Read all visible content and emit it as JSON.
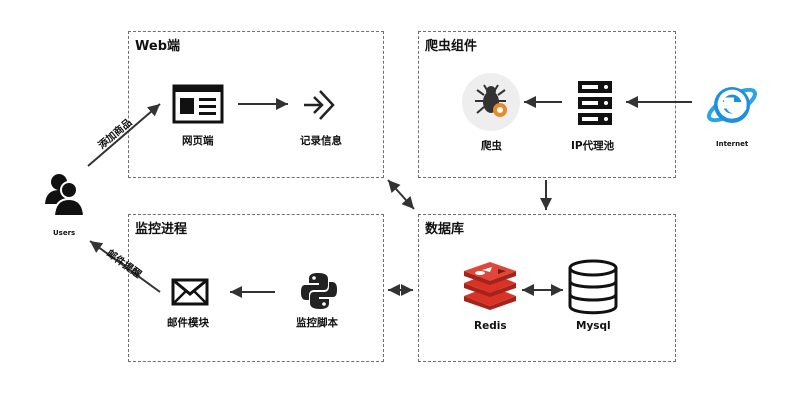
{
  "groups": {
    "web": "Web端",
    "crawler": "爬虫组件",
    "monitor": "监控进程",
    "database": "数据库"
  },
  "nodes": {
    "webpage": "网页端",
    "record": "记录信息",
    "spider": "爬虫",
    "ip_pool": "IP代理池",
    "internet": "Internet",
    "users": "Users",
    "mail": "邮件模块",
    "monitor_script": "监控脚本",
    "redis": "Redis",
    "mysql": "Mysql"
  },
  "edges": {
    "add_goods": "添加商品",
    "mail_alert": "邮件提醒"
  },
  "colors": {
    "arrow": "#333333",
    "ie_blue": "#1d8fe0",
    "redis_red": "#d93327",
    "python_dark": "#222222",
    "spider_orange": "#e98a2a"
  }
}
